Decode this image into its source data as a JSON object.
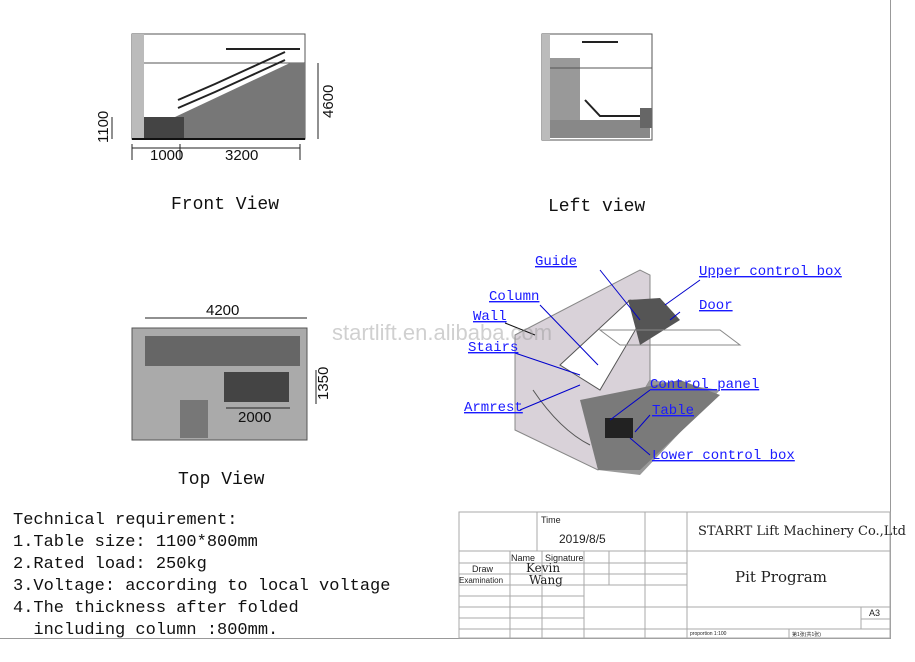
{
  "views": {
    "front": {
      "label": "Front View",
      "dims": [
        "1100",
        "1000",
        "3200",
        "4600"
      ]
    },
    "left": {
      "label": "Left view"
    },
    "top": {
      "label": "Top View",
      "dims": [
        "4200",
        "1350",
        "2000"
      ]
    }
  },
  "watermark": "startlift.en.alibaba.com",
  "callouts": {
    "guide": "Guide",
    "upper_control_box": "Upper control box",
    "column": "Column",
    "door": "Door",
    "wall": "Wall",
    "stairs": "Stairs",
    "control_panel": "Control panel",
    "armrest": "Armrest",
    "table": "Table",
    "lower_control_box": "Lower control box"
  },
  "tech_requirements": {
    "title": "Technical requirement:",
    "items": [
      "1.Table size: 1100*800mm",
      "2.Rated load: 250kg",
      "3.Voltage: according to local voltage",
      "4.The thickness after folded",
      "  including column :800mm."
    ]
  },
  "title_block": {
    "time_label": "Time",
    "date": "2019/8/5",
    "company": "STARRT Lift Machinery Co.,Ltd",
    "name_label": "Name",
    "signature_label": "Signature",
    "draw_label": "Draw",
    "draw_name": "Kevin",
    "examination_label": "Examination",
    "examination_name": "Wang",
    "drawing_title": "Pit Program",
    "sheet_size": "A3",
    "proportion": "proportion 1:100",
    "sheet": "第1张(共1张)"
  }
}
